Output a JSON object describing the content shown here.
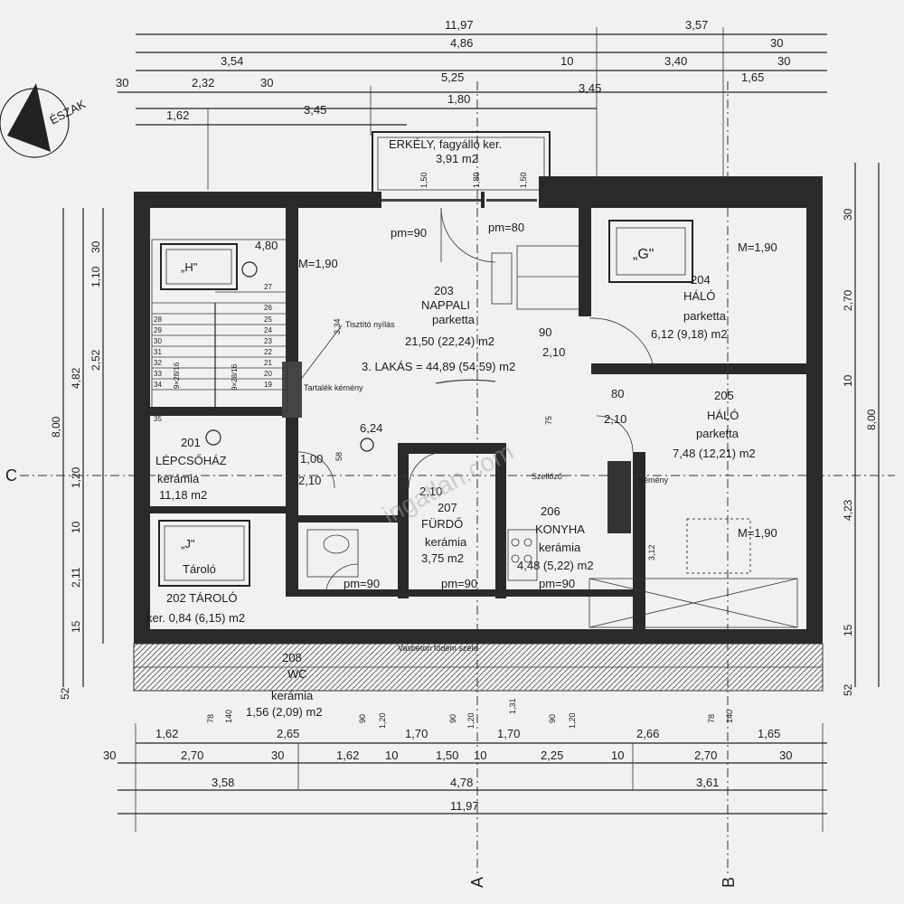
{
  "north": {
    "label": "ÉSZAK"
  },
  "axes": {
    "a": "A",
    "b": "B",
    "c": "C"
  },
  "dims_top": {
    "r1": [
      "11,97",
      "3,57"
    ],
    "r2": [
      "4,86",
      "30"
    ],
    "r3": [
      "3,54",
      "10",
      "3,40",
      "30"
    ],
    "r4": [
      "30",
      "2,32",
      "30",
      "5,25",
      "1,65"
    ],
    "r5": [
      "1,80",
      "3,45"
    ],
    "r6": [
      "1,62",
      "3,45"
    ]
  },
  "dims_bottom": {
    "r1": [
      "1,62",
      "2,65",
      "1,70",
      "1,70",
      "2,66",
      "1,65"
    ],
    "r2": [
      "30",
      "2,70",
      "30",
      "1,62",
      "10",
      "1,50",
      "10",
      "2,25",
      "10",
      "2,70",
      "30"
    ],
    "r3": [
      "3,58",
      "4,78",
      "3,61"
    ],
    "r4": [
      "11,97"
    ],
    "openings": [
      "78",
      "140",
      "90",
      "1,20",
      "90",
      "1,20",
      "1,31",
      "90",
      "1,20",
      "78",
      "140"
    ]
  },
  "dims_left": {
    "outer": [
      "8,00"
    ],
    "mid": [
      "4,82",
      "1,20",
      "2,11",
      "52"
    ],
    "inner": [
      "30",
      "1,10",
      "2,52",
      "10",
      "15"
    ]
  },
  "dims_right": {
    "outer": [
      "8,00"
    ],
    "inner": [
      "30",
      "2,70",
      "10",
      "4,23",
      "15",
      "52"
    ]
  },
  "balcony": {
    "title": "ERKÉLY, fagyálló ker.",
    "area": "3,91 m2",
    "dims": [
      "1,50",
      "1,80",
      "1,50"
    ]
  },
  "rooms": {
    "nappali": {
      "num": "203",
      "name": "NAPPALI",
      "floor": "parketta",
      "area": "21,50 (22,24) m2"
    },
    "lakas": {
      "text": "3. LAKÁS = 44,89 (54,59) m2"
    },
    "halo204": {
      "num": "204",
      "name": "HÁLÓ",
      "floor": "parketta",
      "area": "6,12 (9,18) m2"
    },
    "halo205": {
      "num": "205",
      "name": "HÁLÓ",
      "floor": "parketta",
      "area": "7,48 (12,21) m2"
    },
    "lepcsohaz": {
      "num": "201",
      "name": "LÉPCSŐHÁZ",
      "floor": "kerámia",
      "area": "11,18 m2"
    },
    "tarolo": {
      "num": "202",
      "name": "TÁROLÓ",
      "area": "ker. 0,84 (6,15) m2",
      "label": "Tároló"
    },
    "furdo": {
      "num": "207",
      "name": "FÜRDŐ",
      "floor": "kerámia",
      "area": "3,75 m2"
    },
    "konyha": {
      "num": "206",
      "name": "KONYHA",
      "floor": "kerámia",
      "area": "4,48 (5,22) m2"
    },
    "wc": {
      "num": "208",
      "name": "WC",
      "floor": "kerámia",
      "area": "1,56 (2,09) m2"
    }
  },
  "labels": {
    "h": "„H\"",
    "g": "„G\"",
    "j": "„J\"",
    "m190": "M=1,90",
    "pm90": "pm=90",
    "pm80": "pm=80",
    "kemeny": "Tartalék kémény",
    "kemeny2": "Kémény",
    "szellozo": "Szellőző",
    "tisztito": "Tisztító nyílás",
    "vasbeton": "Vasbeton födém széle",
    "level_480": "4,80",
    "level_624": "6,24",
    "stair_a": "9×28/16",
    "stair_b": "9×28/16",
    "d100": "1,00",
    "d210": "2,10",
    "d90": "90",
    "d58": "58",
    "d75": "75",
    "d80": "80",
    "d312": "3,12",
    "d334": "3,34"
  },
  "stair_numbers": {
    "left": [
      "28",
      "29",
      "30",
      "31",
      "32",
      "33",
      "34",
      "35"
    ],
    "right": [
      "27",
      "26",
      "25",
      "24",
      "23",
      "22",
      "21",
      "20",
      "19"
    ]
  },
  "watermark": "ingatlan.com"
}
